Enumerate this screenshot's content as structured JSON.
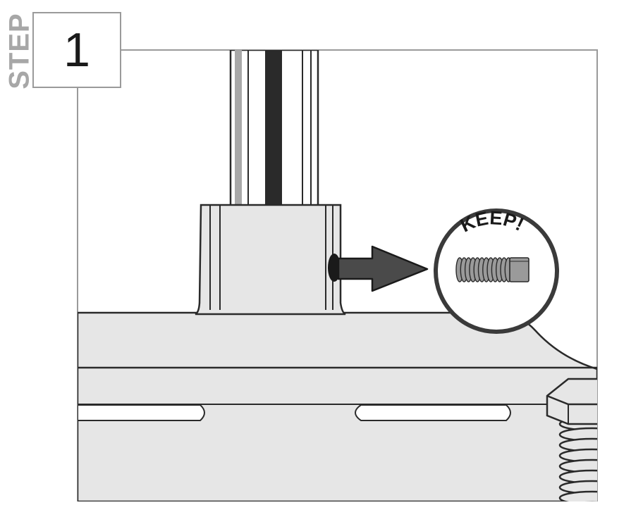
{
  "step": {
    "word": "STEP",
    "number": "1"
  },
  "callout": {
    "text": "KEEP!"
  },
  "colors": {
    "line": "#2a2a2a",
    "frame": "#9a9a9a",
    "metal": "#e6e6e6",
    "arrow": "#4a4a4a",
    "screw": "#9a9a9a",
    "step_word": "#a7a7a7"
  },
  "icons": [
    "tube-stand",
    "arrow-right",
    "set-screw-icon",
    "bolt-icon"
  ]
}
